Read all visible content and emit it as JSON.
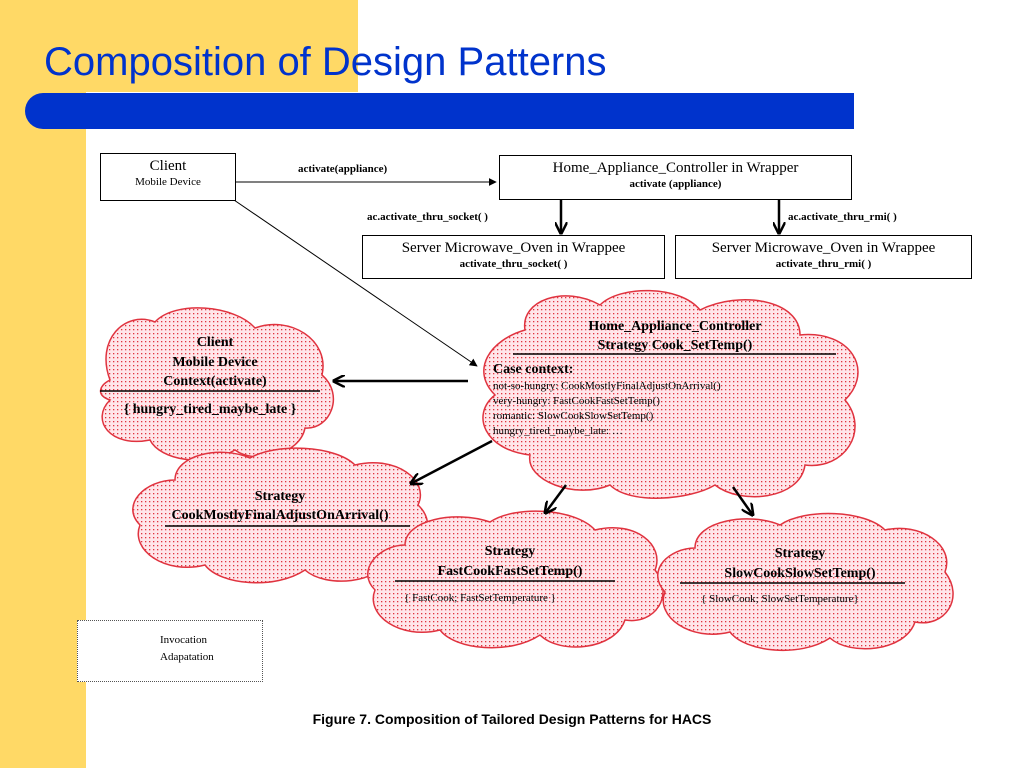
{
  "slide": {
    "title": "Composition of Design Patterns",
    "caption": "Figure 7. Composition of Tailored Design Patterns for HACS",
    "colors": {
      "accent_yellow": "#ffd966",
      "title_blue": "#0033cc",
      "cloud_dots": "#e0333f",
      "cloud_fill": "#ffe6ea"
    }
  },
  "boxes": {
    "client": {
      "title": "Client",
      "subtitle": "Mobile Device"
    },
    "controller": {
      "title": "Home_Appliance_Controller in Wrapper",
      "subtitle": "activate (appliance)"
    },
    "socket": {
      "title": "Server Microwave_Oven in Wrappee",
      "subtitle": "activate_thru_socket( )"
    },
    "rmi": {
      "title": "Server Microwave_Oven in Wrappee",
      "subtitle": "activate_thru_rmi( )"
    }
  },
  "edges": {
    "activate": "activate(appliance)",
    "thru_socket": "ac.activate_thru_socket( )",
    "thru_rmi": "ac.activate_thru_rmi( )"
  },
  "clouds": {
    "client_ctx": {
      "line1": "Client",
      "line2": "Mobile Device",
      "line3": "Context(activate)",
      "states": "{ hungry_tired_maybe_late }"
    },
    "controller_strategy": {
      "line1": "Home_Appliance_Controller",
      "line2": "Strategy Cook_SetTemp()",
      "case_title": "Case context:",
      "cases": [
        "not-so-hungry: CookMostlyFinalAdjustOnArrival()",
        "very-hungry: FastCookFastSetTemp()",
        "romantic: SlowCookSlowSetTemp()",
        "hungry_tired_maybe_late: …"
      ]
    },
    "mostly": {
      "line1": "Strategy",
      "line2": "CookMostlyFinalAdjustOnArrival()"
    },
    "fast": {
      "line1": "Strategy",
      "line2": "FastCookFastSetTemp()",
      "detail": "{ FastCook; FastSetTemperature }"
    },
    "slow": {
      "line1": "Strategy",
      "line2": "SlowCookSlowSetTemp()",
      "detail": "{ SlowCook; SlowSetTemperature}"
    }
  },
  "legend": {
    "invocation": "Invocation",
    "adaptation": "Adapatation"
  }
}
